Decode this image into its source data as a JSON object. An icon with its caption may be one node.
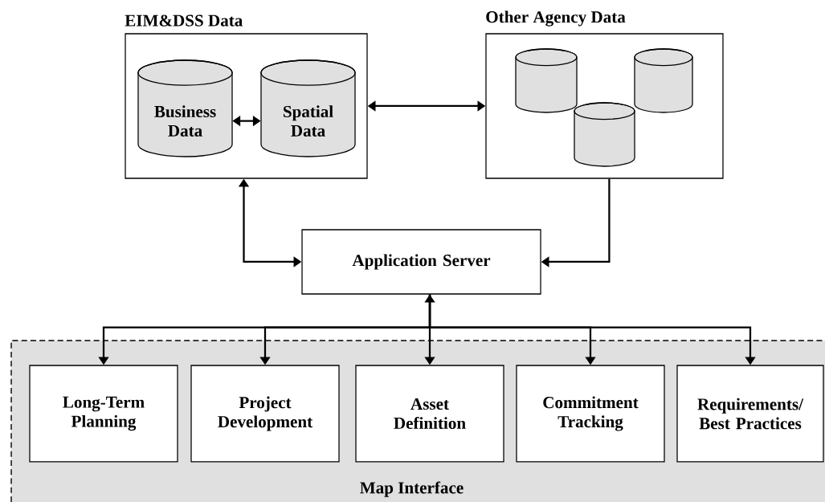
{
  "diagram": {
    "nodes": [
      {
        "text": [
          "EIM&DSS Data"
        ]
      },
      {
        "text": [
          "Business Data"
        ],
        "in": 0
      },
      {
        "text": [
          "Spatial Data"
        ],
        "in": 0
      },
      {
        "text": [
          "Other Agency Data"
        ]
      },
      {
        "text": [],
        "shape": "cylinder",
        "in": 3
      },
      {
        "text": [],
        "shape": "cylinder",
        "in": 3
      },
      {
        "text": [],
        "shape": "cylinder",
        "in": 3
      },
      {
        "text": [
          "Application Server"
        ]
      },
      {
        "text": [
          "Map Interface"
        ]
      },
      {
        "text": [
          "Long-Term Planning"
        ],
        "in": 8
      },
      {
        "text": [
          "Project Development"
        ],
        "in": 8
      },
      {
        "text": [
          "Asset Definition"
        ],
        "in": 8
      },
      {
        "text": [
          "Commitment Tracking"
        ],
        "in": 8
      },
      {
        "text": [
          "Requirements/ Best Practices"
        ],
        "in": 8
      }
    ],
    "edges": [
      {
        "from": 1,
        "to": 2,
        "arrow": "both"
      },
      {
        "from": 0,
        "to": 3,
        "arrow": "both"
      },
      {
        "from": 7,
        "to": 0,
        "arrow": "both"
      },
      {
        "from": 3,
        "to": 7,
        "arrow": "to"
      },
      {
        "from": 7,
        "to": 9,
        "arrow": "to"
      },
      {
        "from": 7,
        "to": 10,
        "arrow": "to"
      },
      {
        "from": 7,
        "to": 11,
        "arrow": "both"
      },
      {
        "from": 7,
        "to": 12,
        "arrow": "to"
      },
      {
        "from": 7,
        "to": 13,
        "arrow": "to"
      }
    ]
  }
}
